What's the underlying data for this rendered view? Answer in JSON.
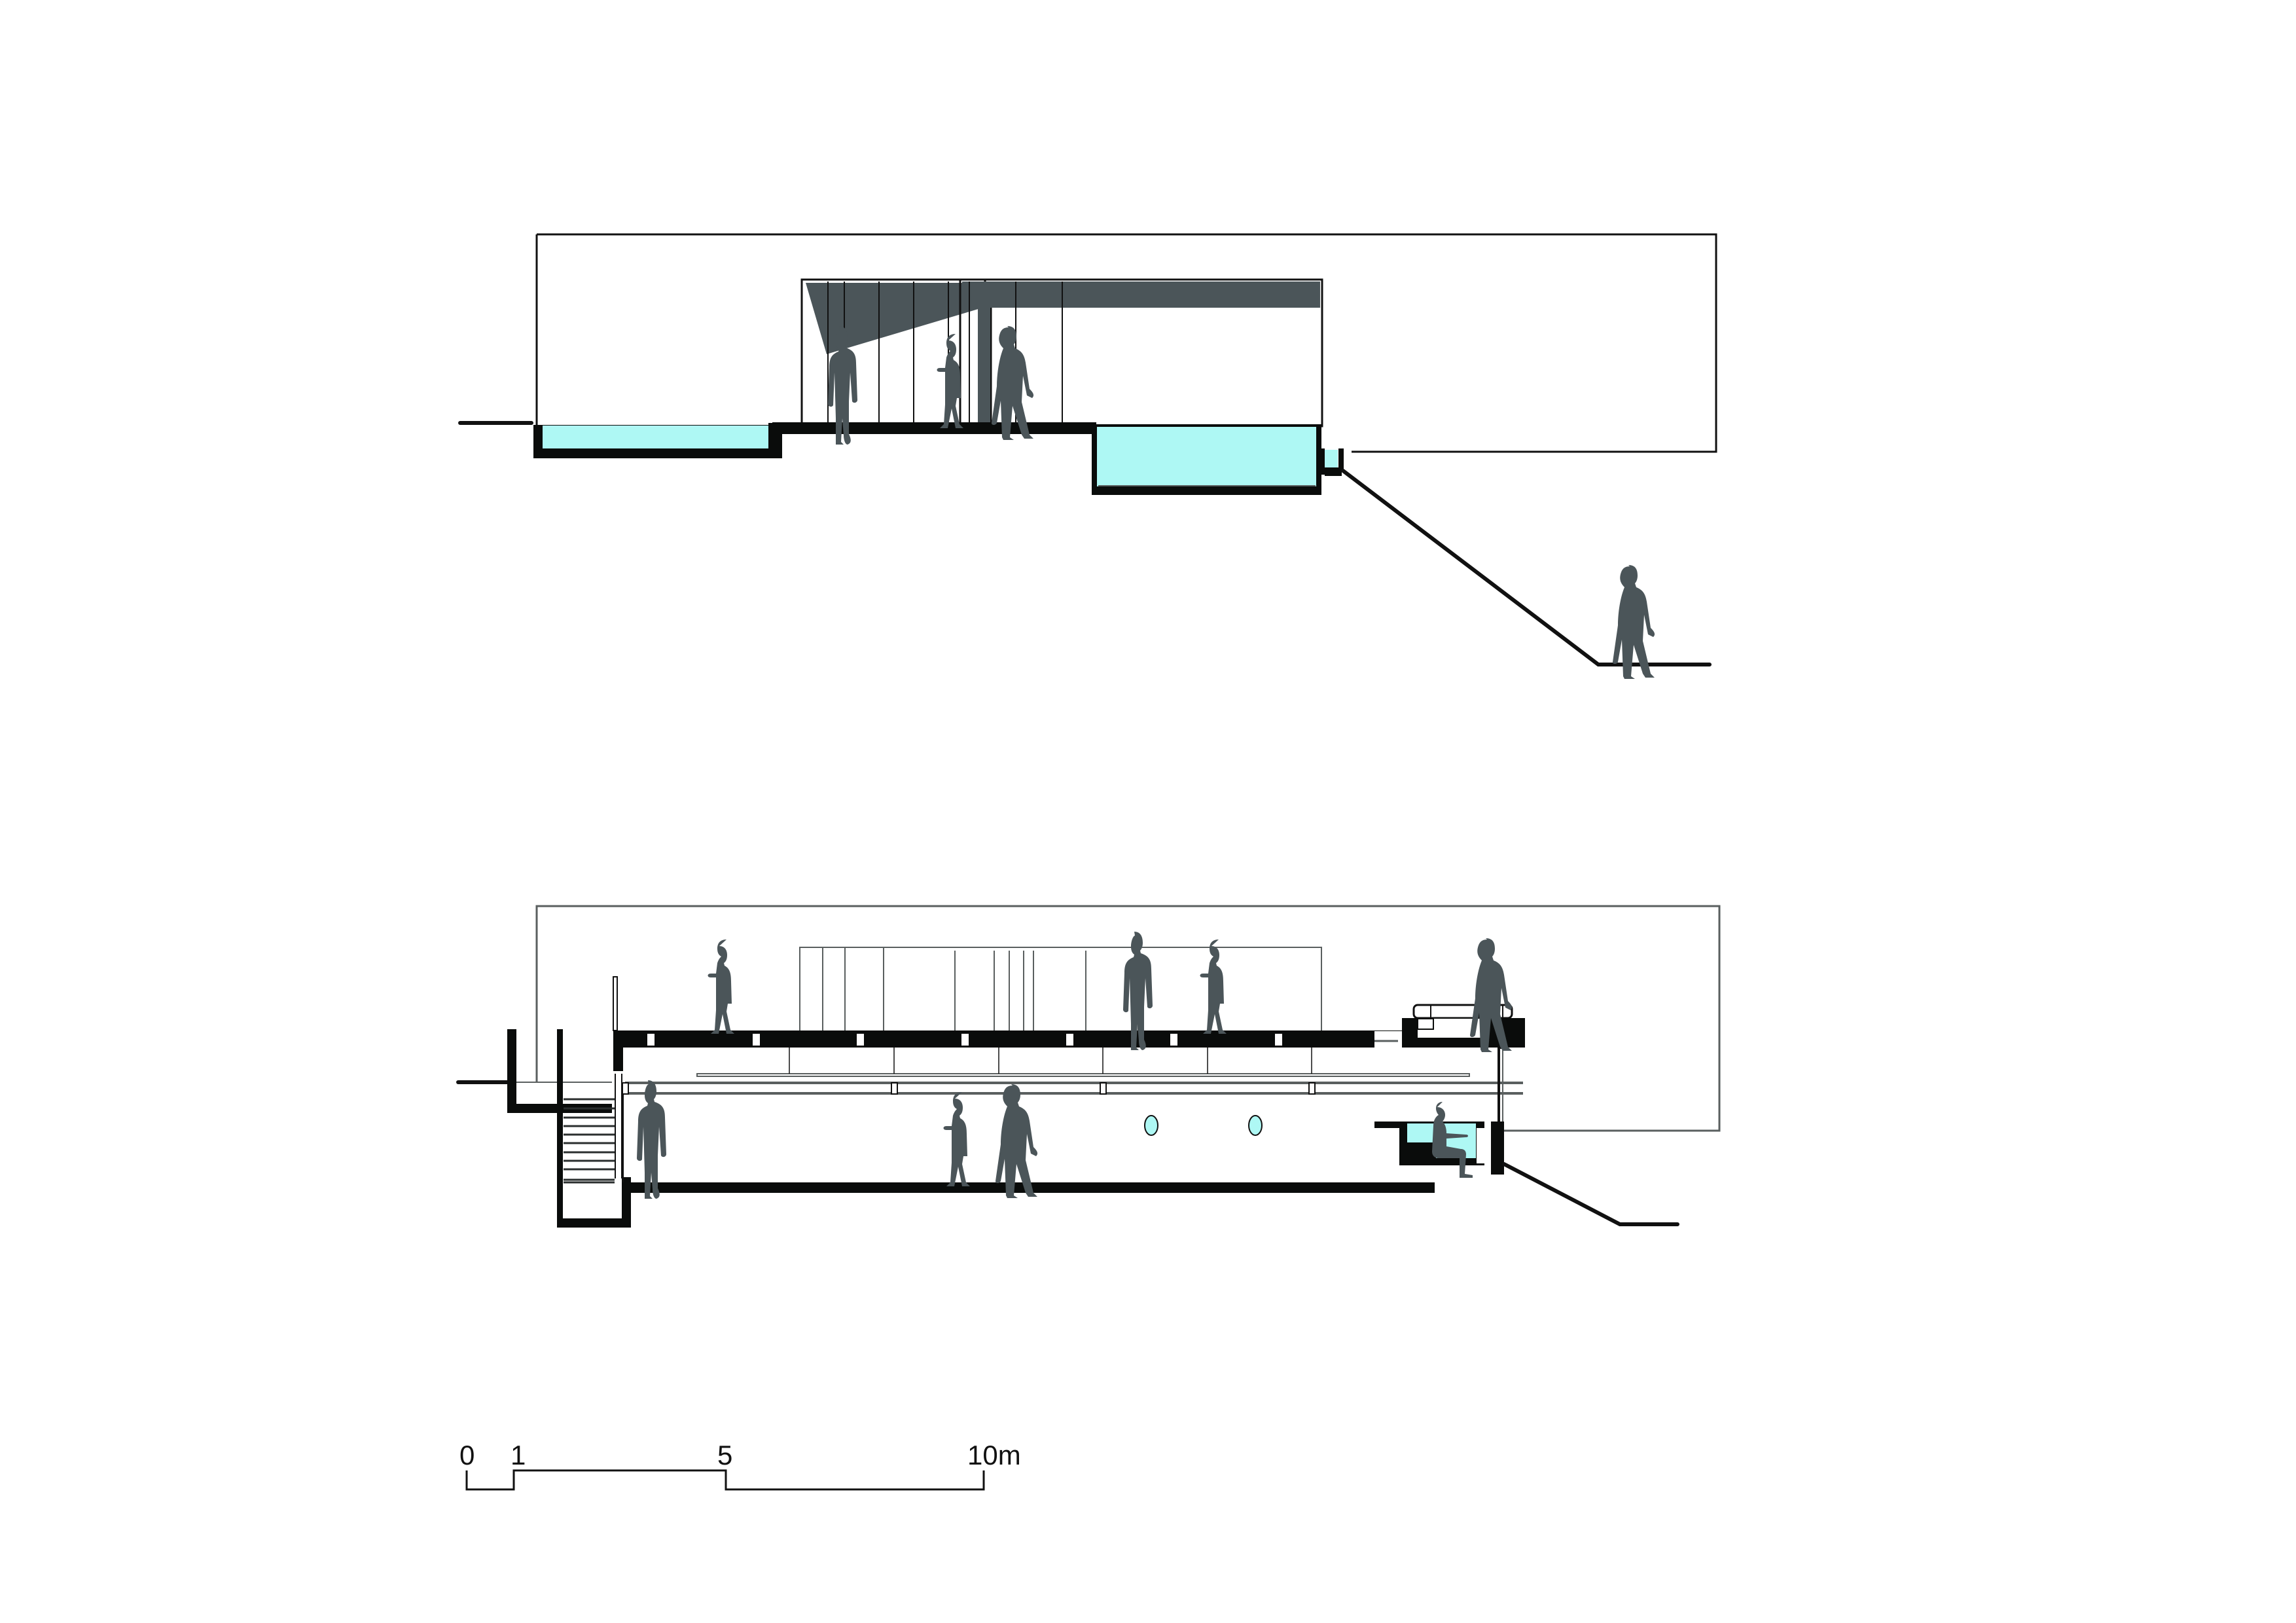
{
  "drawing": {
    "type": "architectural-sections",
    "sections": [
      {
        "id": "section-upper",
        "description": "Cross section with two reflecting pools, glass pavilion and sloped ground down to walker"
      },
      {
        "id": "section-lower",
        "description": "Cross section with stair, upper deck, lower hall with round windows and plunge pool"
      }
    ]
  },
  "scale_bar": {
    "labels": [
      "0",
      "1",
      "5",
      "10m"
    ],
    "unit": "m",
    "ticks_m": [
      0,
      1,
      5,
      10
    ]
  },
  "colors": {
    "water": "#aef8f4",
    "silhouette": "#4b5559",
    "wall": "#0a0c0b",
    "line": "#222222",
    "thin_line": "#5a5f5f"
  }
}
